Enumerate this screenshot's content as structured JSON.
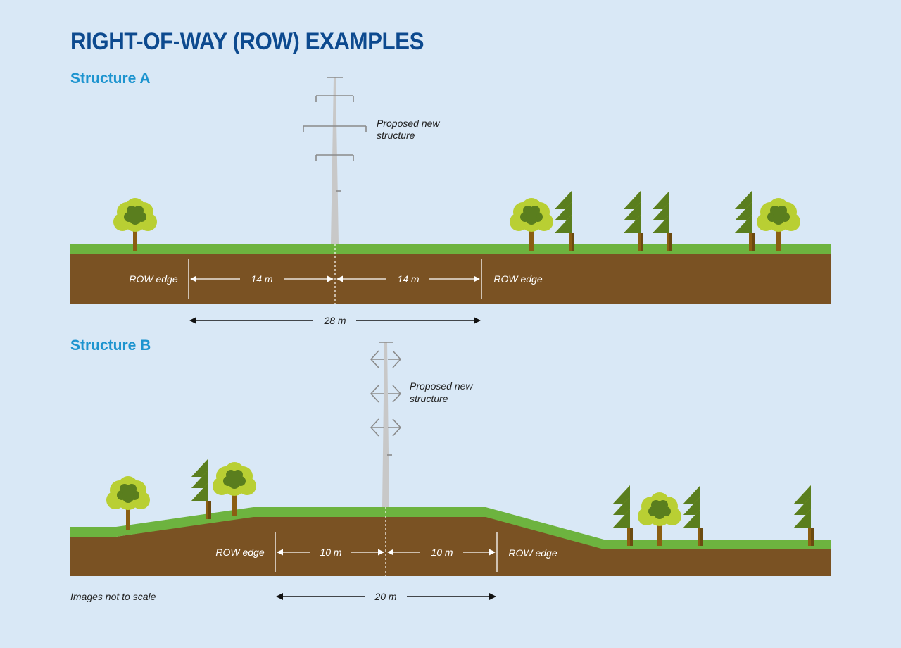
{
  "title": "RIGHT-OF-WAY (ROW) EXAMPLES",
  "structure_a": {
    "heading": "Structure A",
    "structure_label": [
      "Proposed new",
      "structure"
    ],
    "row_edge_left": "ROW edge",
    "row_edge_right": "ROW edge",
    "half_left": "14 m",
    "half_right": "14 m",
    "total": "28 m"
  },
  "structure_b": {
    "heading": "Structure B",
    "structure_label": [
      "Proposed new",
      "structure"
    ],
    "row_edge_left": "ROW edge",
    "row_edge_right": "ROW edge",
    "half_left": "10 m",
    "half_right": "10 m",
    "total": "20 m"
  },
  "footnote": "Images not to scale",
  "colors": {
    "background": "#d9e8f6",
    "title": "#0d4a8f",
    "heading": "#1d94cf",
    "grass": "#6db33f",
    "soil": "#7a5223",
    "pole": "#c8c8c8",
    "tree_light": "#b9cf33",
    "tree_dark": "#5a7e1e",
    "trunk": "#8b5e12"
  }
}
